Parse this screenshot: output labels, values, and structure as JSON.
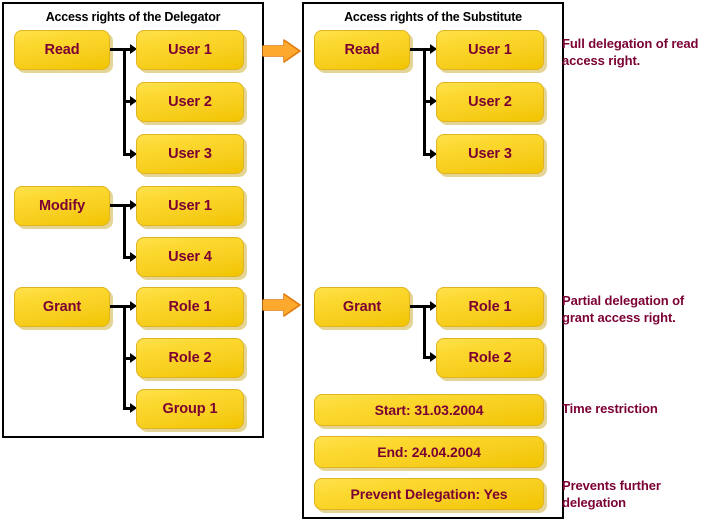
{
  "colors": {
    "box_fill_light": "#ffe14d",
    "box_fill_dark": "#f2c400",
    "box_text": "#7b0033",
    "panel_border": "#000000",
    "arrow_orange": "#f79b1f",
    "connector": "#000000",
    "background": "#ffffff"
  },
  "panels": {
    "delegator": {
      "title": "Access rights of the Delegator",
      "groups": [
        {
          "right_label": "Read",
          "targets": [
            "User 1",
            "User 2",
            "User 3"
          ]
        },
        {
          "right_label": "Modify",
          "targets": [
            "User 1",
            "User 4"
          ]
        },
        {
          "right_label": "Grant",
          "targets": [
            "Role 1",
            "Role 2",
            "Group 1"
          ]
        }
      ]
    },
    "substitute": {
      "title": "Access rights of the Substitute",
      "groups": [
        {
          "right_label": "Read",
          "targets": [
            "User 1",
            "User 2",
            "User 3"
          ]
        },
        {
          "right_label": "Grant",
          "targets": [
            "Role 1",
            "Role 2"
          ]
        }
      ],
      "attributes": [
        "Start: 31.03.2004",
        "End: 24.04.2004",
        "Prevent Delegation: Yes"
      ]
    }
  },
  "transfer_arrows": [
    {
      "name": "read-delegation-arrow"
    },
    {
      "name": "grant-delegation-arrow"
    }
  ],
  "notes": [
    "Full delegation of read access right.",
    "Partial delegation of grant access right.",
    "Time restriction",
    "Prevents further delegation"
  ]
}
